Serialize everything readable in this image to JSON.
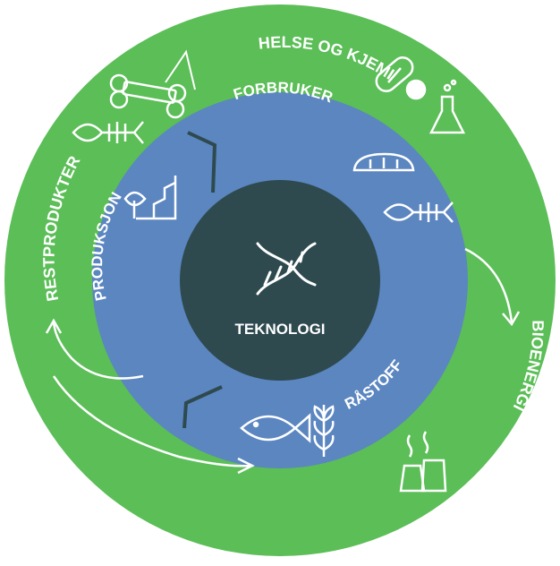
{
  "colors": {
    "outer_ring": "#5BBE57",
    "middle_ring": "#5B86C0",
    "core": "#2E4A4F",
    "line": "#ffffff",
    "accent_dark": "#2E4A4F"
  },
  "core": {
    "label": "TEKNOLOGI",
    "icon": "dna-icon"
  },
  "inner_ring": {
    "labels": {
      "top": "FORBRUKER",
      "left": "PRODUKSJON",
      "bottom_right": "RÅSTOFF"
    },
    "icons": [
      "factory-plant-icon",
      "bread-icon",
      "fish-skeleton-icon",
      "fish-icon",
      "wheat-icon"
    ]
  },
  "outer_ring": {
    "labels": {
      "top": "HELSE OG KJEMI",
      "left": "RESTPRODUKTER",
      "right": "BIOENERGI"
    },
    "icons": [
      "bone-icon",
      "fish-skeleton-icon",
      "pill-capsule-icon",
      "tablet-icon",
      "flask-icon",
      "power-plant-icon"
    ]
  }
}
